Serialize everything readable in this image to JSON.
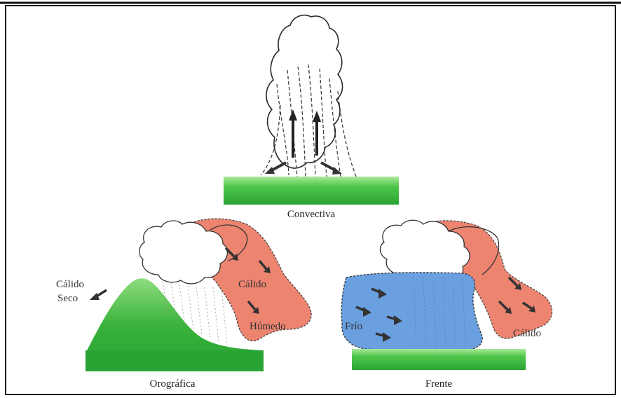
{
  "diagram": {
    "panels": {
      "convective": {
        "caption": "Convectiva"
      },
      "orographic": {
        "caption": "Orográfica",
        "warm_dry_label_line1": "Cálido",
        "warm_dry_label_line2": "Seco",
        "warm_label": "Cálido",
        "humid_label": "Húmedo"
      },
      "frontal": {
        "caption": "Frente",
        "cold_label": "Frío",
        "warm_label": "Cálido"
      }
    },
    "colors": {
      "ground": "#3cb53c",
      "ground_light": "#9ee08f",
      "mountain": "#2fae3a",
      "warm_air": "#ec8470",
      "cold_air": "#6a9fe0",
      "cloud_outline": "#2a2a2a",
      "arrow": "#3a3a3a",
      "frame": "#1a1a1a"
    }
  }
}
